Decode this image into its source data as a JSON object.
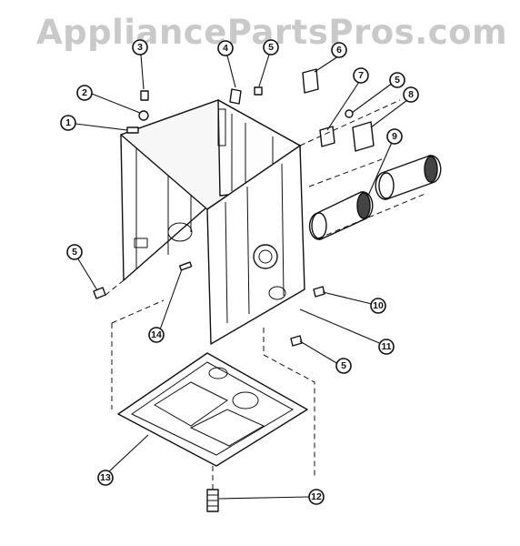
{
  "watermark": "AppliancePartsPros.com",
  "callouts": [
    {
      "id": "c1",
      "label": "1"
    },
    {
      "id": "c2",
      "label": "2"
    },
    {
      "id": "c3",
      "label": "3"
    },
    {
      "id": "c4",
      "label": "4"
    },
    {
      "id": "c5a",
      "label": "5"
    },
    {
      "id": "c5b",
      "label": "5"
    },
    {
      "id": "c5c",
      "label": "5"
    },
    {
      "id": "c5d",
      "label": "5"
    },
    {
      "id": "c6",
      "label": "6"
    },
    {
      "id": "c7",
      "label": "7"
    },
    {
      "id": "c8",
      "label": "8"
    },
    {
      "id": "c9",
      "label": "9"
    },
    {
      "id": "c10",
      "label": "10"
    },
    {
      "id": "c11",
      "label": "11"
    },
    {
      "id": "c12",
      "label": "12"
    },
    {
      "id": "c13",
      "label": "13"
    },
    {
      "id": "c14",
      "label": "14"
    }
  ]
}
